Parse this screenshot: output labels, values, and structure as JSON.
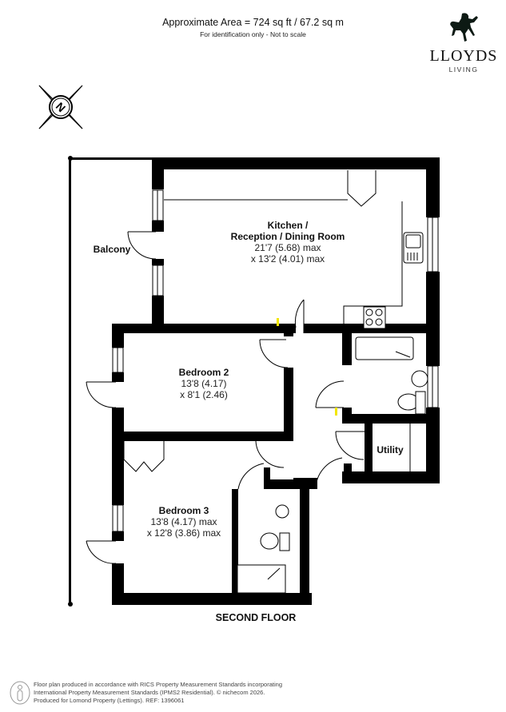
{
  "header": {
    "title": "Approximate Area = 724 sq ft / 67.2 sq m",
    "subtitle": "For identification only - Not to scale"
  },
  "logo": {
    "brand": "LLOYDS",
    "sub": "LIVING",
    "icon": "horse-icon"
  },
  "compass": {
    "label": "N",
    "icon": "compass-icon"
  },
  "rooms": [
    {
      "id": "kitchen",
      "name_line1": "Kitchen /",
      "name_line2": "Reception / Dining Room",
      "dim1": "21'7 (5.68) max",
      "dim2": "x 13'2 (4.01) max"
    },
    {
      "id": "balcony",
      "name": "Balcony"
    },
    {
      "id": "bedroom2",
      "name": "Bedroom 2",
      "dim1": "13'8 (4.17)",
      "dim2": "x 8'1 (2.46)"
    },
    {
      "id": "bedroom3",
      "name": "Bedroom 3",
      "dim1": "13'8 (4.17) max",
      "dim2": "x 12'8 (3.86) max"
    },
    {
      "id": "utility",
      "name": "Utility"
    }
  ],
  "floor_label": "SECOND FLOOR",
  "colors": {
    "wall": "#000000",
    "marker": "#f2e600",
    "text": "#1a1a1a"
  },
  "footer": {
    "line1": "Floor plan produced in accordance with RICS Property Measurement Standards incorporating",
    "line2": "International Property Measurement Standards (IPMS2 Residential).   © nichecom 2026.",
    "line3": "Produced for Lomond Property (Lettings).   REF:  1396061",
    "icon": "person-info-icon"
  }
}
